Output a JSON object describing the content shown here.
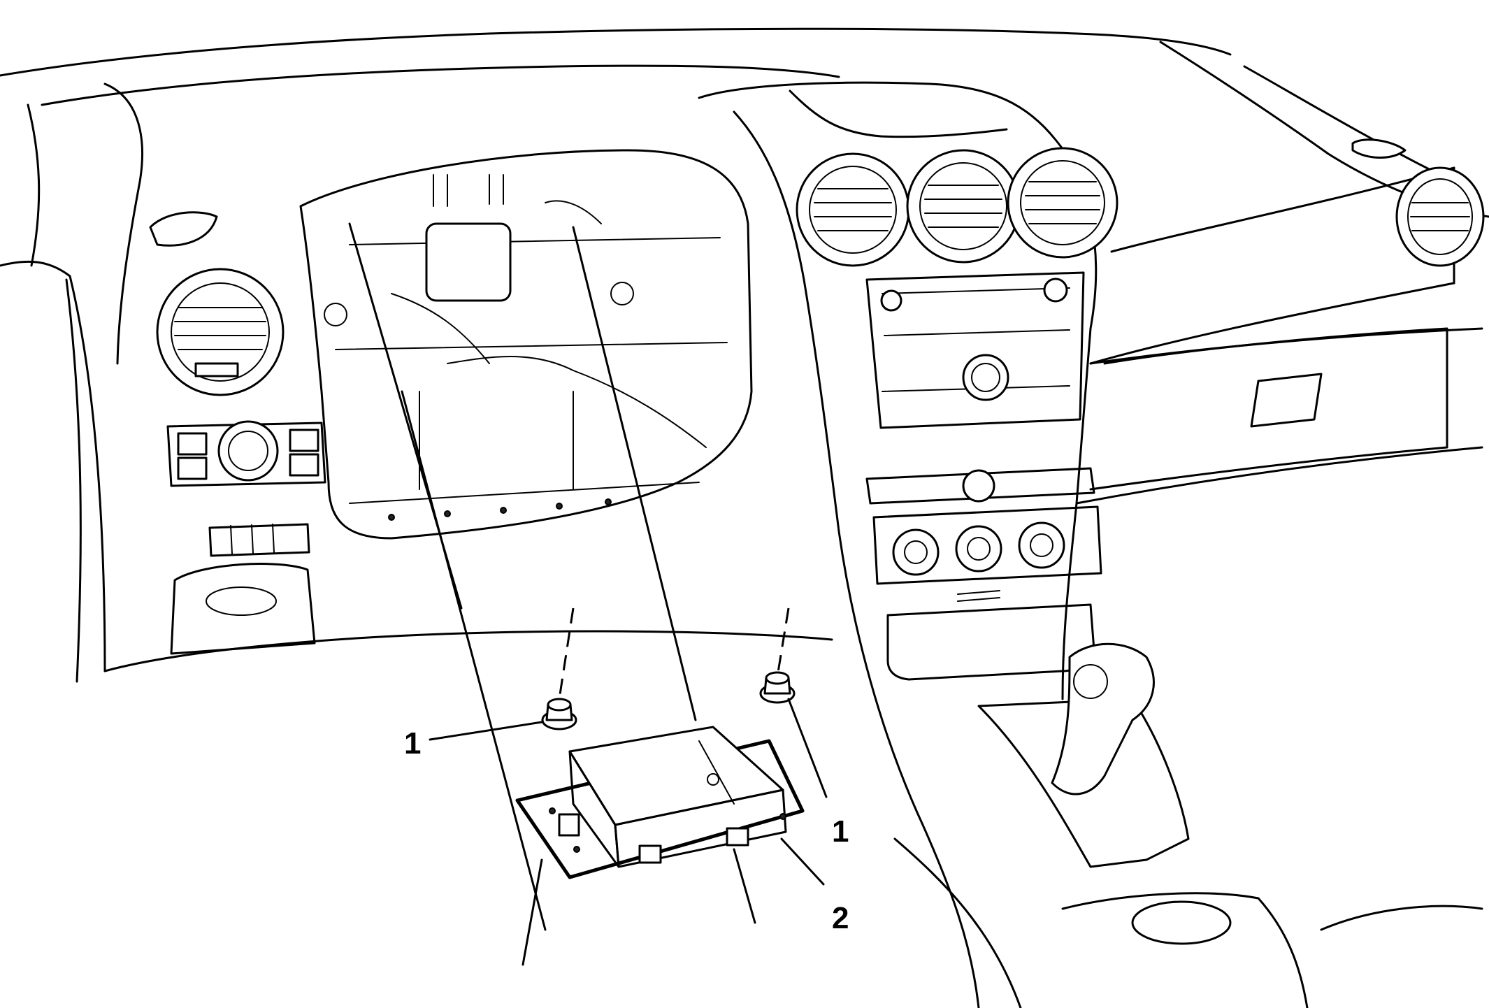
{
  "callouts": [
    {
      "id": "fastener-left",
      "label": "1"
    },
    {
      "id": "fastener-right",
      "label": "1"
    },
    {
      "id": "module",
      "label": "2"
    }
  ]
}
